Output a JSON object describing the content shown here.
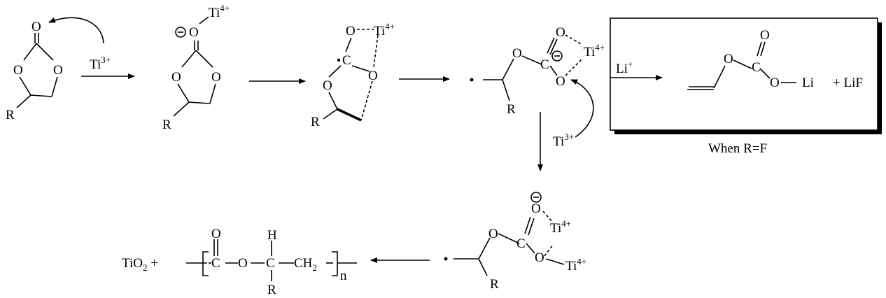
{
  "atoms": {
    "O": "O",
    "C": "C",
    "R": "R",
    "H": "H",
    "n": "n",
    "Li": "Li",
    "Ti": "Ti",
    "charge_4plus": "4+",
    "charge_3plus": "3+",
    "charge_plus": "+",
    "minus_sign": "−",
    "CH": "CH",
    "sub_2": "2"
  },
  "reagents": {
    "ti3": "Ti",
    "li_plus": "Li"
  },
  "products": {
    "lif": "+ LiF",
    "tio2_prefix": "TiO",
    "tio2_plus": " +"
  },
  "condition": "When R=F",
  "colors": {
    "ink": "#000000",
    "box_shadow": "#000000",
    "background": "#ffffff"
  }
}
